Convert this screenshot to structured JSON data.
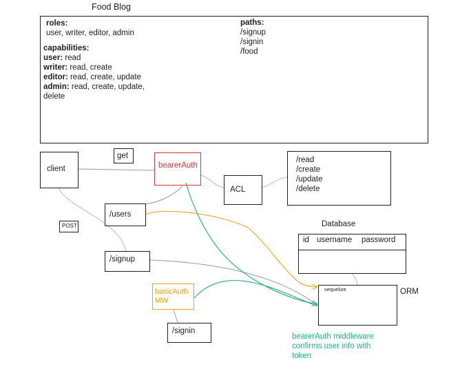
{
  "title": "Food Blog",
  "notes": {
    "roles_heading": "roles:",
    "roles_list": "user, writer, editor, admin",
    "capabilities_heading": "capabilities:",
    "capabilities": [
      {
        "role": "user:",
        "caps": " read"
      },
      {
        "role": "writer:",
        "caps": " read, create"
      },
      {
        "role": "editor:",
        "caps": " read, create, update"
      },
      {
        "role": "admin:",
        "caps": " read, create, update,"
      }
    ],
    "capabilities_wrap": "delete",
    "paths_heading": "paths:",
    "paths": [
      "/signup",
      "/signin",
      "/food"
    ]
  },
  "nodes": {
    "client": "client",
    "get": "get",
    "bearer_auth": "bearerAuth",
    "acl": "ACL",
    "permissions": [
      "/read",
      "/create",
      "/update",
      "/delete"
    ],
    "users": "/users",
    "post": "POST",
    "signup": "/signup",
    "basic_auth_line1": "basicAuth",
    "basic_auth_line2": "MW",
    "signin": "/signin",
    "database_label": "Database",
    "db_columns": [
      "id",
      "username",
      "password"
    ],
    "sequelize": "sequelize",
    "orm": "ORM",
    "bearer_note": [
      "bearerAuth middleware",
      "confirms user info with",
      "token"
    ]
  },
  "colors": {
    "stroke": "#1d1d1d",
    "connector": "#9a9a9a",
    "bearer_red": "#e03131",
    "orange": "#f59f00",
    "teal": "#0ca678",
    "note_teal": "#12b886"
  }
}
